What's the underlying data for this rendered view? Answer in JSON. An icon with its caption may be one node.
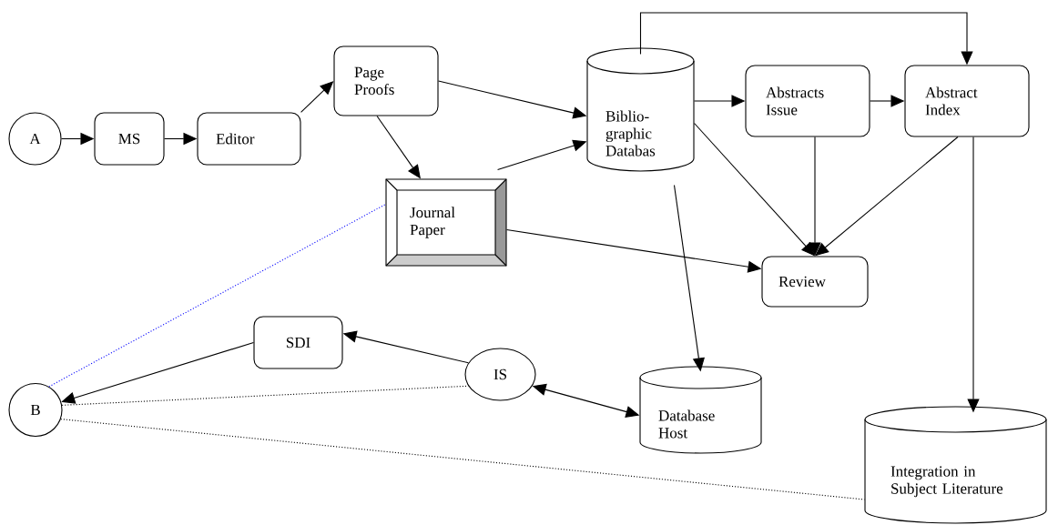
{
  "diagram": {
    "nodes": [
      {
        "text": [
          "A"
        ]
      },
      {
        "text": [
          "MS"
        ]
      },
      {
        "text": [
          "Editor"
        ]
      },
      {
        "text": [
          "Page Proofs"
        ]
      },
      {
        "text": [
          "Biblio- graphic Databas"
        ]
      },
      {
        "text": [
          "Abstracts Issue"
        ]
      },
      {
        "text": [
          "Abstract Index"
        ]
      },
      {
        "text": [
          "Journal Paper"
        ]
      },
      {
        "text": [
          "Review"
        ]
      },
      {
        "text": [
          "SDI"
        ]
      },
      {
        "text": [
          "B"
        ]
      },
      {
        "text": [
          "IS"
        ]
      },
      {
        "text": [
          "Database Host"
        ]
      },
      {
        "text": [
          "Integration in Subject Literature"
        ]
      }
    ],
    "edges": [
      {
        "from": 0,
        "to": 1,
        "arrow": "to"
      },
      {
        "from": 1,
        "to": 2,
        "arrow": "to"
      },
      {
        "from": 2,
        "to": 3,
        "arrow": "to"
      },
      {
        "from": 3,
        "to": 4,
        "arrow": "to"
      },
      {
        "from": 3,
        "to": 7,
        "arrow": "to"
      },
      {
        "from": 7,
        "to": 4,
        "arrow": "to"
      },
      {
        "from": 4,
        "to": 5,
        "arrow": "to"
      },
      {
        "from": 5,
        "to": 6,
        "arrow": "to"
      },
      {
        "from": 4,
        "to": 6,
        "arrow": "to"
      },
      {
        "from": 4,
        "to": 8,
        "arrow": "to"
      },
      {
        "from": 5,
        "to": 8,
        "arrow": "to"
      },
      {
        "from": 6,
        "to": 8,
        "arrow": "to"
      },
      {
        "from": 7,
        "to": 8,
        "arrow": "to"
      },
      {
        "from": 4,
        "to": 12,
        "arrow": "to"
      },
      {
        "from": 6,
        "to": 13,
        "arrow": "to"
      },
      {
        "from": 9,
        "to": 10,
        "arrow": "to"
      },
      {
        "from": 11,
        "to": 9,
        "arrow": "to"
      },
      {
        "from": 11,
        "to": 12,
        "arrow": "both"
      },
      {
        "from": 10,
        "to": 7,
        "arrow": "none",
        "style": "dashed",
        "color": "#0000ff"
      },
      {
        "from": 10,
        "to": 11,
        "arrow": "none",
        "style": "dashed"
      },
      {
        "from": 10,
        "to": 13,
        "arrow": "none",
        "style": "dashed"
      }
    ]
  }
}
